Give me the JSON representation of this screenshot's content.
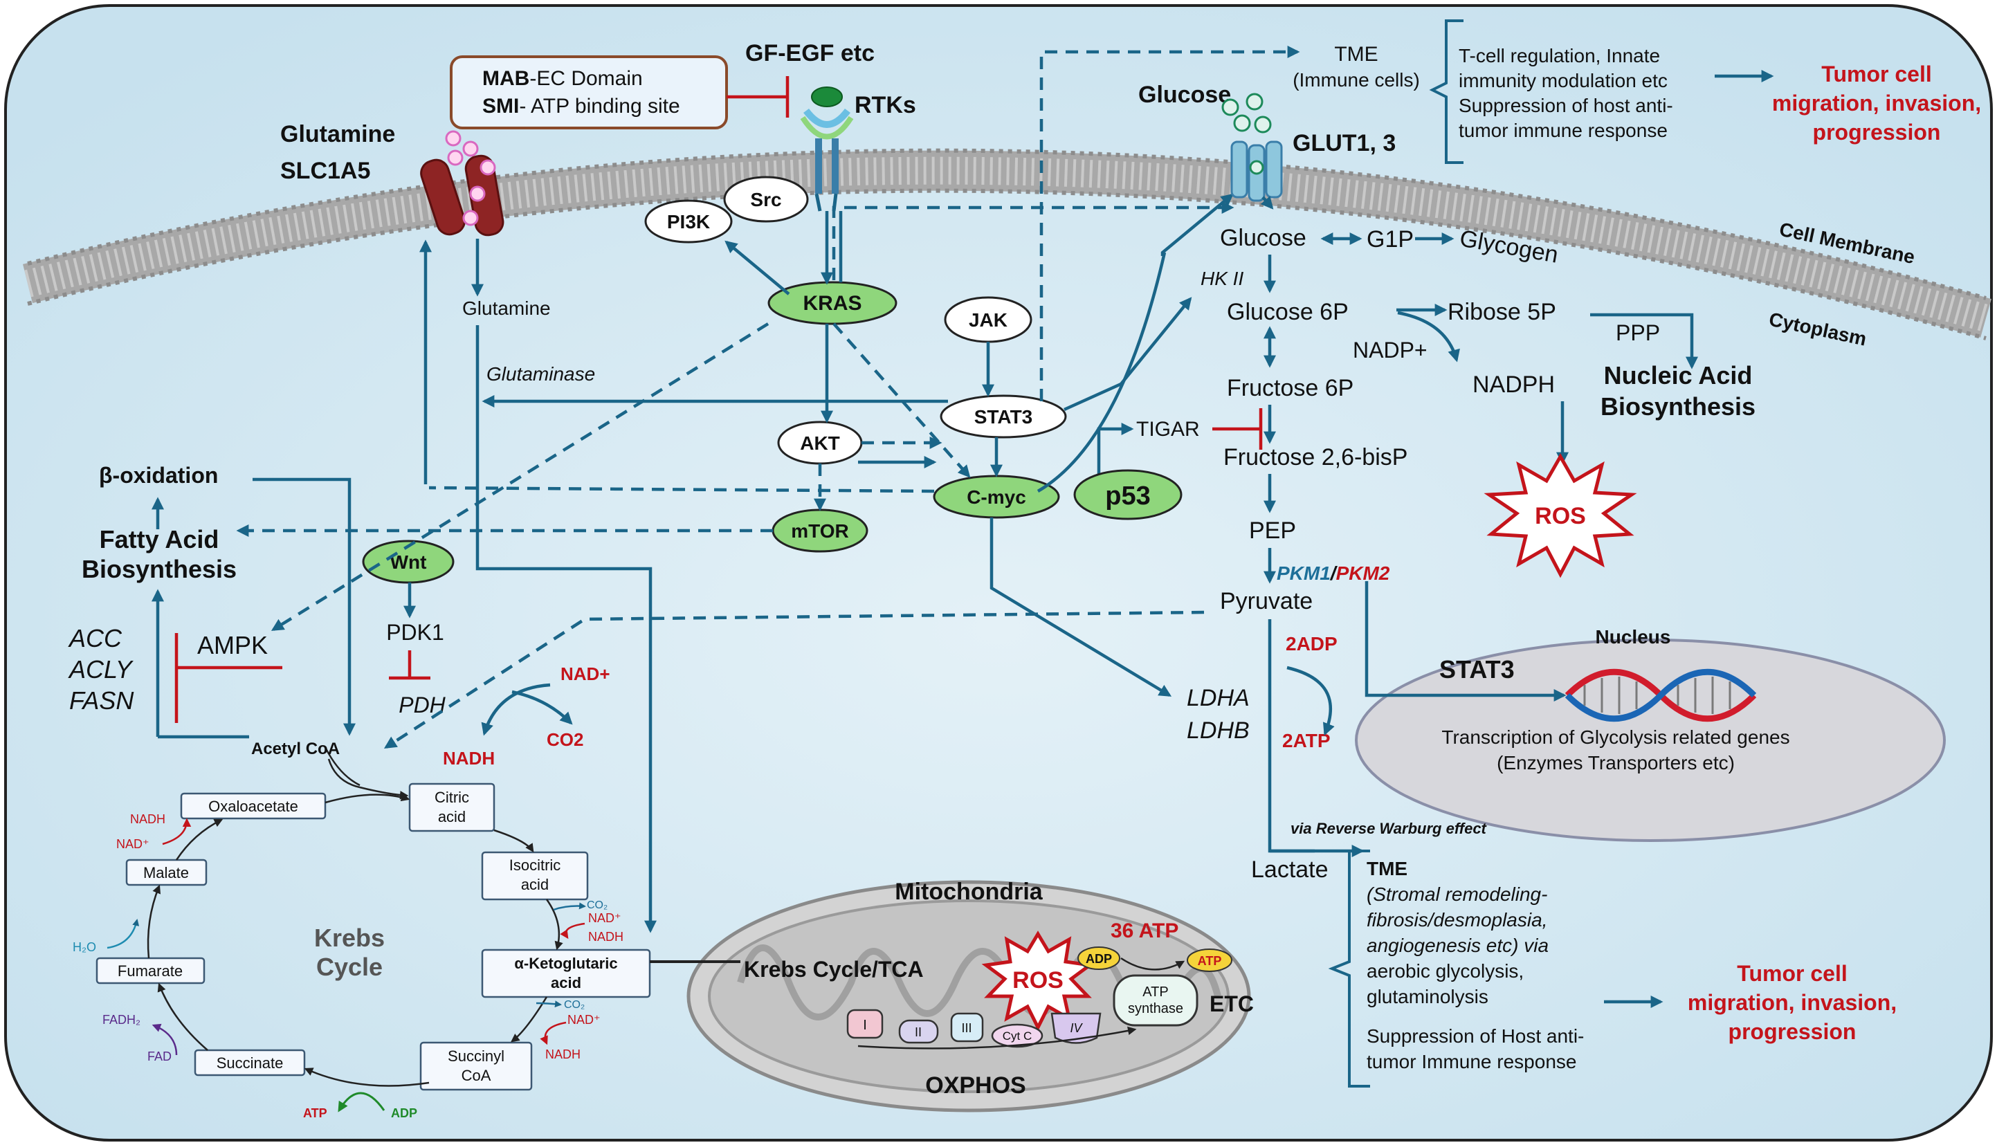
{
  "labels": {
    "gf_egf": "GF-EGF etc",
    "mab_bold": "MAB",
    "mab_rest": "-EC Domain",
    "smi_bold": "SMI",
    "smi_rest": "- ATP binding site",
    "rtks": "RTKs",
    "glutamine_title": "Glutamine",
    "slc1a5": "SLC1A5",
    "glutamine_inner": "Glutamine",
    "glutaminase": "Glutaminase",
    "tme_top": "TME",
    "immune_cells": "(Immune cells)",
    "tme_bullet_1": "T-cell regulation, Innate",
    "tme_bullet_2": "immunity modulation etc",
    "tme_bullet_3": "Suppression of host anti-",
    "tme_bullet_4": "tumor immune response",
    "tumor_top_1": "Tumor cell",
    "tumor_top_2": "migration, invasion,",
    "tumor_top_3": "progression",
    "glucose_top": "Glucose",
    "glut": "GLUT1, 3",
    "cell_membrane": "Cell Membrane",
    "cytoplasm": "Cytoplasm",
    "glucose": "Glucose",
    "g1p": "G1P",
    "glycogen": "Glycogen",
    "hk2": "HK II",
    "glucose6p": "Glucose 6P",
    "ribose5p": "Ribose 5P",
    "ppp": "PPP",
    "nadp": "NADP+",
    "nadph": "NADPH",
    "nucleic_1": "Nucleic Acid",
    "nucleic_2": "Biosynthesis",
    "fructose6p": "Fructose 6P",
    "tigar": "TIGAR",
    "fructose26": "Fructose 2,6-bisP",
    "p53": "p53",
    "pep": "PEP",
    "pkm1": "PKM1",
    "slash": "/",
    "pkm2": "PKM2",
    "pyruvate": "Pyruvate",
    "ros_top": "ROS",
    "adp2": "2ADP",
    "atp2": "2ATP",
    "nucleus": "Nucleus",
    "stat3_nuc": "STAT3",
    "transcription_1": "Transcription of Glycolysis related genes",
    "transcription_2": "(Enzymes Transporters etc)",
    "ldha": "LDHA",
    "ldhb": "LDHB",
    "reverse_warburg": "via Reverse Warburg effect",
    "lactate": "Lactate",
    "tme_bottom": "TME",
    "tme_b_1": "(Stromal remodeling-",
    "tme_b_2": "fibrosis/desmoplasia,",
    "tme_b_3": "angiogenesis etc) via",
    "tme_b_4": "aerobic glycolysis,",
    "tme_b_5": "glutaminolysis",
    "tme_b_6": "Suppression of Host anti-",
    "tme_b_7": "tumor Immune response",
    "tumor_bot_1": "Tumor cell",
    "tumor_bot_2": "migration, invasion,",
    "tumor_bot_3": "progression",
    "pi3k": "PI3K",
    "src": "Src",
    "kras": "KRAS",
    "jak": "JAK",
    "stat3": "STAT3",
    "akt": "AKT",
    "cmyc": "C-myc",
    "mtor": "mTOR",
    "wnt": "Wnt",
    "pdk1": "PDK1",
    "pdh": "PDH",
    "beta_ox": "β-oxidation",
    "fa_1": "Fatty Acid",
    "fa_2": "Biosynthesis",
    "acc": "ACC",
    "acly": "ACLY",
    "fasn": "FASN",
    "ampk": "AMPK",
    "acetyl_coa": "Acetyl CoA",
    "nad_plus": "NAD+",
    "nadh": "NADH",
    "co2": "CO2",
    "krebs_1": "Krebs",
    "krebs_2": "Cycle",
    "oxaloacetate": "Oxaloacetate",
    "citric_1": "Citric",
    "citric_2": "acid",
    "isocitric_1": "Isocitric",
    "isocitric_2": "acid",
    "aketo_1": "α-Ketoglutaric",
    "aketo_2": "acid",
    "succinyl_1": "Succinyl",
    "succinyl_2": "CoA",
    "succinate": "Succinate",
    "fumarate": "Fumarate",
    "malate": "Malate",
    "k_nadh_1": "NADH",
    "k_nad_1": "NAD⁺",
    "k_h2o": "H₂O",
    "k_fadh2": "FADH₂",
    "k_fad": "FAD",
    "k_co2_1": "CO₂",
    "k_nad_2": "NAD⁺",
    "k_nadh_2": "NADH",
    "k_co2_2": "CO₂",
    "k_nad_3": "NAD⁺",
    "k_nadh_3": "NADH",
    "k_atp": "ATP",
    "k_adp": "ADP",
    "mitochondria": "Mitochondria",
    "krebs_tca": "Krebs Cycle/TCA",
    "ros_mito": "ROS",
    "atp36": "36 ATP",
    "m_adp": "ADP",
    "m_atp": "ATP",
    "atp_syn_1": "ATP",
    "atp_syn_2": "synthase",
    "etc": "ETC",
    "oxphos": "OXPHOS",
    "c1": "I",
    "c2": "II",
    "c3": "III",
    "cytc": "Cyt C",
    "c4": "IV"
  },
  "colors": {
    "cell_bg": "#cfe6f1",
    "membrane": "#9a9a9a",
    "arrow": "#1a6588",
    "inhibit": "#c4141b",
    "green_node": "#8fd67c",
    "nucleus": "#d7d7dc",
    "mito": "#d3d3d3",
    "ros_red": "#c4141b",
    "atp_yellow": "#f5d33a"
  },
  "icons": [
    "glutamine-transporter-icon",
    "rtk-receptor-icon",
    "glut-transporter-icon",
    "dna-helix-icon",
    "mitochondria-icon",
    "ros-burst-icon"
  ]
}
